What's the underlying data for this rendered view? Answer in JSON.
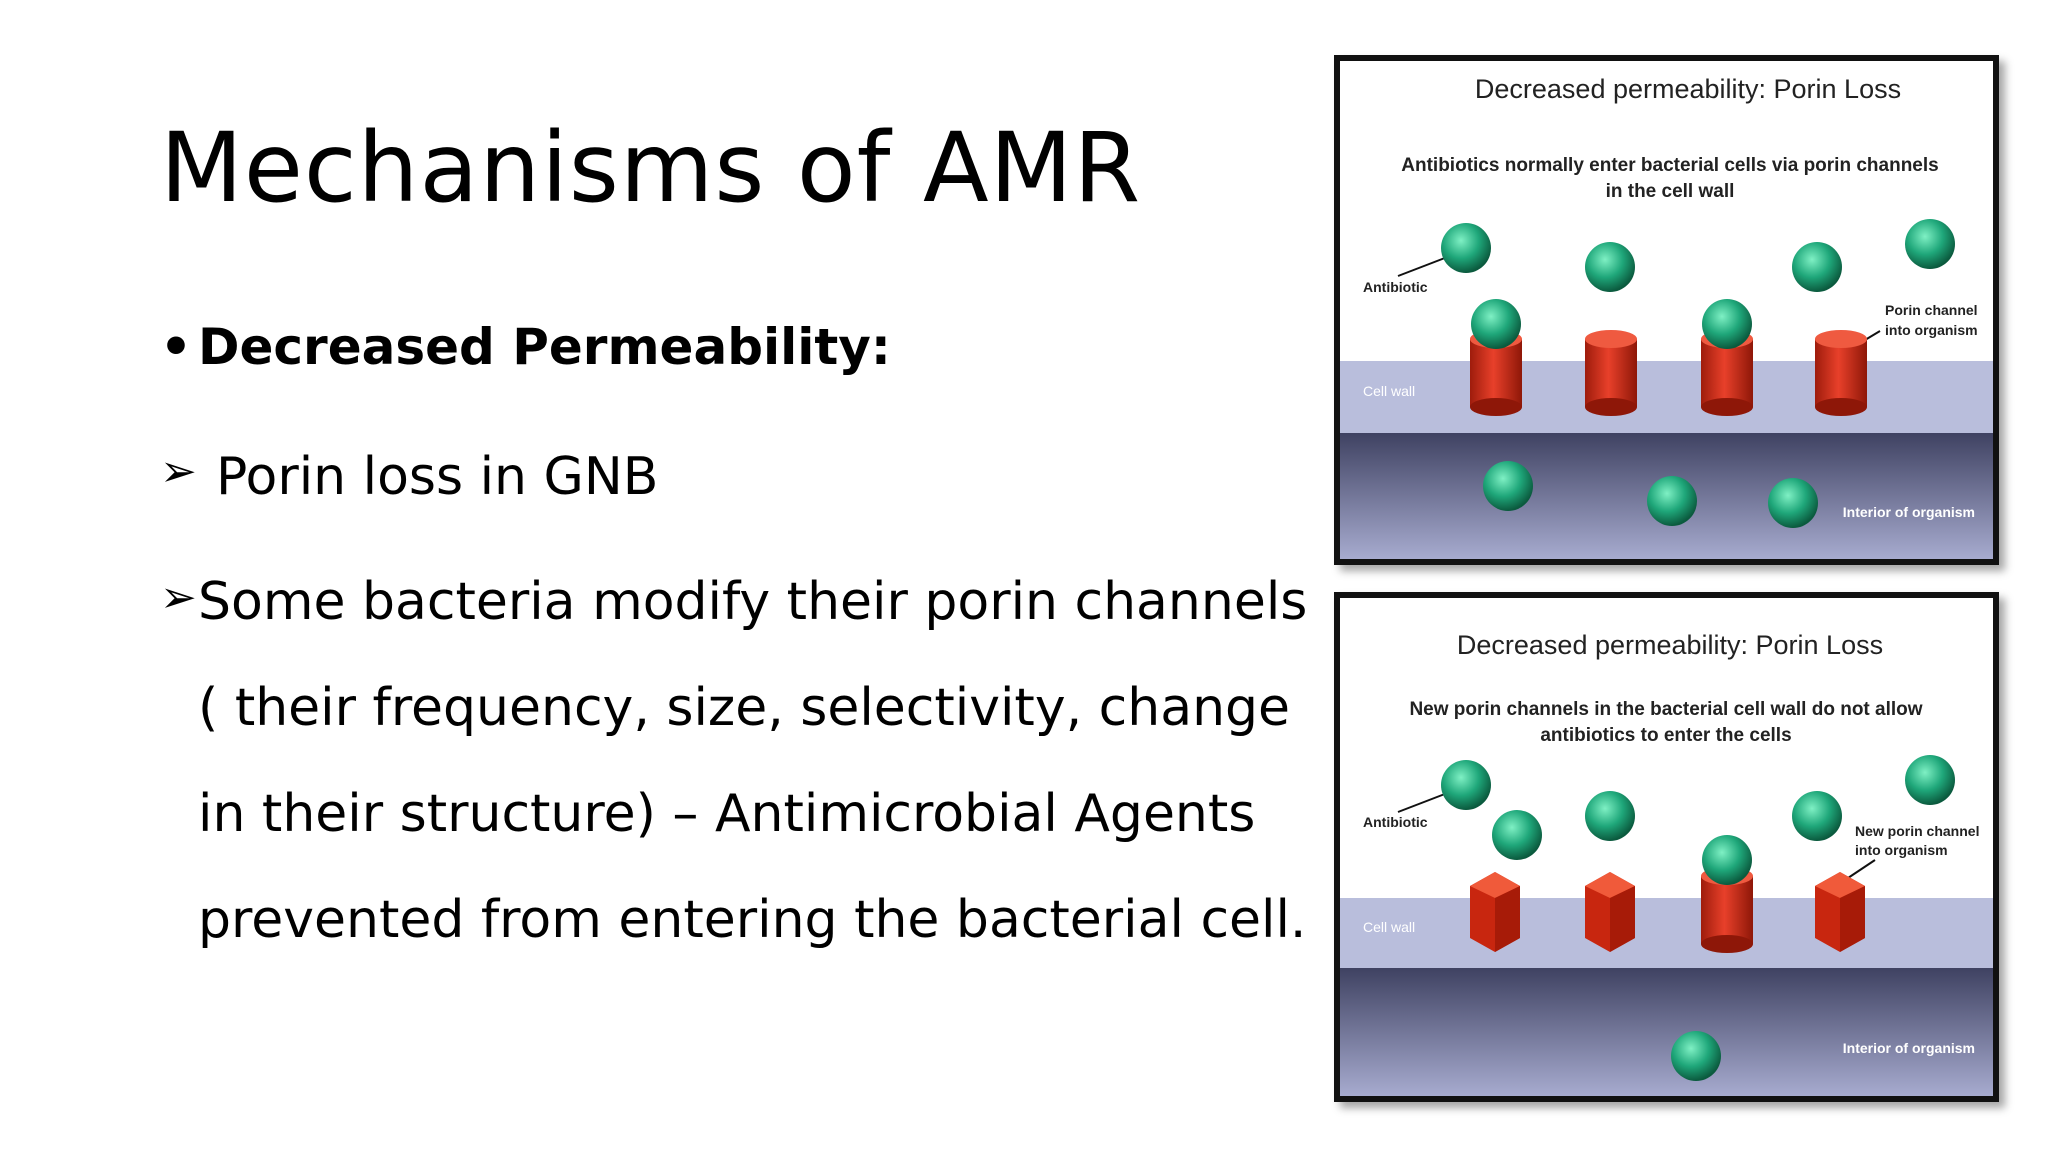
{
  "slide": {
    "title": "Mechanisms of AMR",
    "bullet_heading": "Decreased Permeability:",
    "bullet_symbol": "•",
    "arrow_symbol": "➢",
    "sub_points": [
      {
        "text": "Porin loss in GNB"
      },
      {
        "lines": [
          "Some bacteria modify their porin channels",
          "( their frequency, size, selectivity, change",
          "in their structure) – Antimicrobial Agents",
          "prevented from entering the bacterial cell."
        ]
      }
    ]
  },
  "figures": [
    {
      "title": "Decreased permeability: Porin Loss",
      "caption_lines": [
        "Antibiotics normally enter bacterial cells via porin channels",
        "in the cell wall"
      ],
      "label_antibiotic": "Antibiotic",
      "label_porin": [
        "Porin channel",
        "into organism"
      ],
      "label_cell_wall": "Cell wall",
      "label_interior": "Interior of organism"
    },
    {
      "title": "Decreased permeability: Porin Loss",
      "caption_lines": [
        "New porin channels in the bacterial cell wall do not allow",
        "antibiotics to enter the cells"
      ],
      "label_antibiotic": "Antibiotic",
      "label_porin": [
        "New porin channel",
        "into organism"
      ],
      "label_cell_wall": "Cell wall",
      "label_interior": "Interior of organism"
    }
  ],
  "colors": {
    "antibiotic": "#1fa77a",
    "porin": "#d8321c",
    "cell_wall": "#b9bedc",
    "interior": "#6b6f96"
  }
}
